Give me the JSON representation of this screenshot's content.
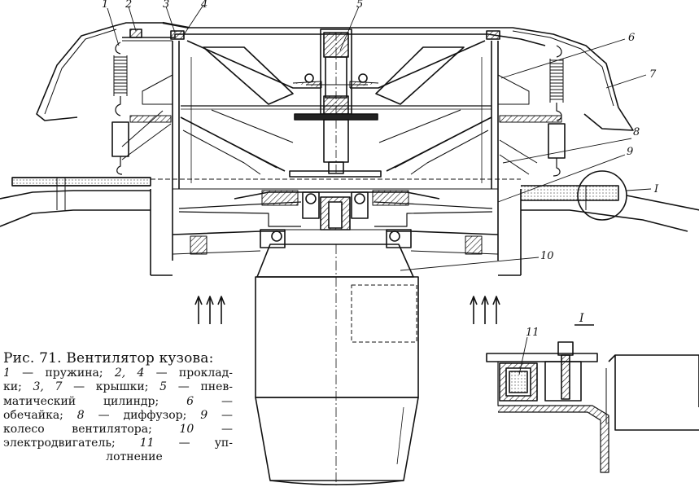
{
  "figure": {
    "callouts": [
      {
        "id": "c1",
        "text": "1"
      },
      {
        "id": "c2",
        "text": "2"
      },
      {
        "id": "c3",
        "text": "3"
      },
      {
        "id": "c4",
        "text": "4"
      },
      {
        "id": "c5",
        "text": "5"
      },
      {
        "id": "c6",
        "text": "6"
      },
      {
        "id": "c7",
        "text": "7"
      },
      {
        "id": "c8",
        "text": "8"
      },
      {
        "id": "c9",
        "text": "9"
      },
      {
        "id": "c10",
        "text": "10"
      },
      {
        "id": "cI",
        "text": "I"
      },
      {
        "id": "c11",
        "text": "11"
      }
    ],
    "detail_label": "I"
  },
  "caption": {
    "title": "Рис. 71. Вентилятор кузова:",
    "lines": [
      [
        {
          "t": "1",
          "i": true
        },
        {
          "t": " — пружина; ",
          "i": false
        },
        {
          "t": "2, 4",
          "i": true
        },
        {
          "t": " — проклад-",
          "i": false
        }
      ],
      [
        {
          "t": "ки; ",
          "i": false
        },
        {
          "t": "3, 7",
          "i": true
        },
        {
          "t": " — крышки; ",
          "i": false
        },
        {
          "t": "5",
          "i": true
        },
        {
          "t": " — пнев-",
          "i": false
        }
      ],
      [
        {
          "t": "матический цилиндр; ",
          "i": false
        },
        {
          "t": "6",
          "i": true
        },
        {
          "t": " —",
          "i": false
        }
      ],
      [
        {
          "t": "обечайка; ",
          "i": false
        },
        {
          "t": "8",
          "i": true
        },
        {
          "t": " — диффузор; ",
          "i": false
        },
        {
          "t": "9",
          "i": true
        },
        {
          "t": " —",
          "i": false
        }
      ],
      [
        {
          "t": "колесо вентилятора; ",
          "i": false
        },
        {
          "t": "10",
          "i": true
        },
        {
          "t": " —",
          "i": false
        }
      ],
      [
        {
          "t": "электродвигатель; ",
          "i": false
        },
        {
          "t": "11",
          "i": true
        },
        {
          "t": " — уп-",
          "i": false
        }
      ]
    ],
    "last_line": "лотнение"
  }
}
